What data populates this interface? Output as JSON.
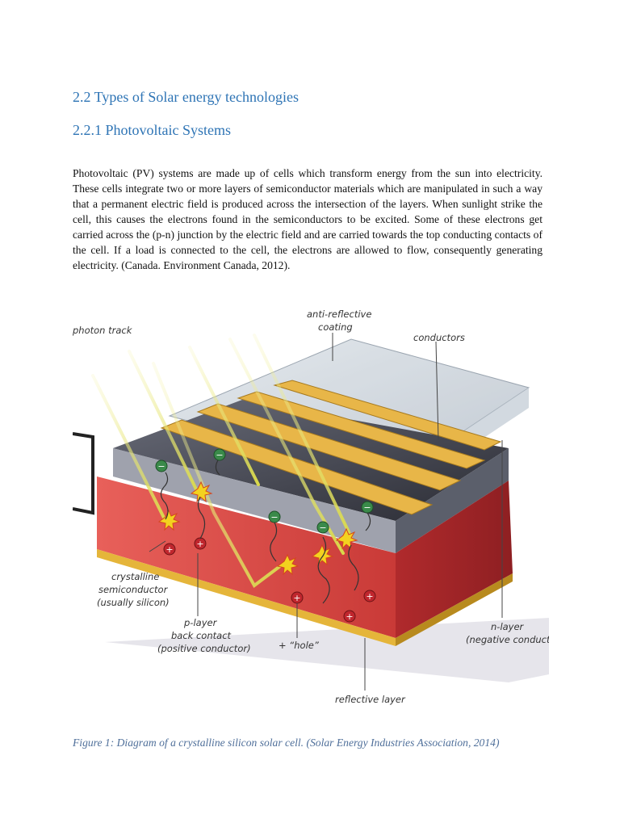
{
  "headings": {
    "section": "2.2 Types of Solar energy technologies",
    "subsection": "2.2.1 Photovoltaic Systems"
  },
  "paragraph": "Photovoltaic (PV) systems are made up of cells which transform energy from the sun into electricity. These cells integrate two or more layers of semiconductor materials which are manipulated in such a way that a permanent electric field is produced across the intersection of the layers. When sunlight strike the cell, this causes the electrons found in the semiconductors to be excited. Some of these electrons get carried across the (p-n) junction by the electric field and are carried towards the top conducting contacts of the cell. If a load is connected to the cell, the electrons are allowed to flow, consequently generating electricity. (Canada. Environment Canada, 2012).",
  "figure": {
    "labels": {
      "photon_track": "photon track",
      "anti_reflective_1": "anti-reflective",
      "anti_reflective_2": "coating",
      "conductors": "conductors",
      "crystalline_1": "crystalline",
      "crystalline_2": "semiconductor",
      "crystalline_3": "(usually silicon)",
      "player_1": "p-layer",
      "player_2": "back contact",
      "player_3": "(positive conductor)",
      "hole": "+ “hole”",
      "nlayer_1": "n-layer",
      "nlayer_2": "(negative conductor)",
      "reflective": "reflective layer"
    },
    "caption": "Figure 1: Diagram of a crystalline silicon solar cell. (Solar Energy Industries Association, 2014)"
  }
}
